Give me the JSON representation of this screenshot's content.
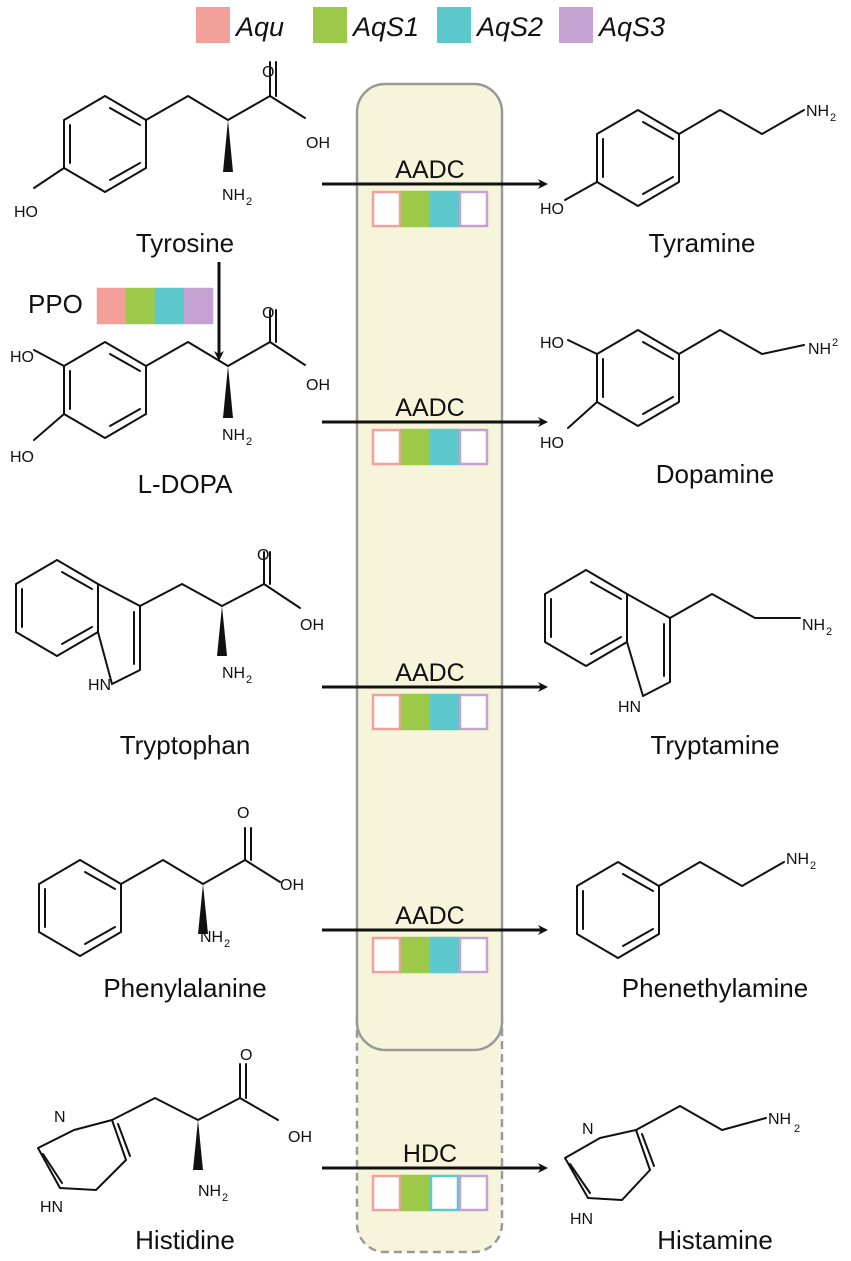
{
  "legend": {
    "items": [
      {
        "label": "Aqu",
        "color": "#f4a09a"
      },
      {
        "label": "AqS1",
        "color": "#9dc94a"
      },
      {
        "label": "AqS2",
        "color": "#5cc8cc"
      },
      {
        "label": "AqS3",
        "color": "#c5a2d2"
      }
    ]
  },
  "colors": {
    "panel_fill": "#f6f5dc",
    "panel_border": "#999999",
    "arrow": "#111111"
  },
  "ppo": {
    "label": "PPO",
    "filled": [
      true,
      true,
      true,
      true
    ]
  },
  "substrates": {
    "tyrosine": {
      "name": "Tyrosine",
      "oh": "OH",
      "nh": "NH",
      "nh_sub": "2",
      "o": "O",
      "ho": "HO"
    },
    "ldopa": {
      "name": "L-DOPA",
      "oh": "OH",
      "nh": "NH",
      "nh_sub": "2",
      "o": "O",
      "ho1": "HO",
      "ho2": "HO"
    },
    "tryptophan": {
      "name": "Tryptophan",
      "oh": "OH",
      "nh": "NH",
      "nh_sub": "2",
      "o": "O",
      "hn": "HN"
    },
    "phenylalanine": {
      "name": "Phenylalanine",
      "oh": "OH",
      "nh": "NH",
      "nh_sub": "2",
      "o": "O"
    },
    "histidine": {
      "name": "Histidine",
      "oh": "OH",
      "nh": "NH",
      "nh_sub": "2",
      "o": "O",
      "n": "N",
      "hn": "HN"
    }
  },
  "products": {
    "tyramine": {
      "name": "Tyramine",
      "nh": "NH",
      "nh_sub": "2",
      "ho": "HO"
    },
    "dopamine": {
      "name": "Dopamine",
      "nh": "NH",
      "nh_sup": "2",
      "ho1": "HO",
      "ho2": "HO"
    },
    "tryptamine": {
      "name": "Tryptamine",
      "nh": "NH",
      "nh_sub": "2",
      "hn": "HN"
    },
    "phenethylamine": {
      "name": "Phenethylamine",
      "nh": "NH",
      "nh_sub": "2"
    },
    "histamine": {
      "name": "Histamine",
      "nh": "NH",
      "nh_sub": "2",
      "n": "N",
      "hn": "HN"
    }
  },
  "reactions": [
    {
      "enzyme": "AADC",
      "filled": [
        false,
        true,
        true,
        false
      ]
    },
    {
      "enzyme": "AADC",
      "filled": [
        false,
        true,
        true,
        false
      ]
    },
    {
      "enzyme": "AADC",
      "filled": [
        false,
        true,
        true,
        false
      ]
    },
    {
      "enzyme": "AADC",
      "filled": [
        false,
        true,
        true,
        false
      ]
    },
    {
      "enzyme": "HDC",
      "filled": [
        false,
        true,
        false,
        false
      ]
    }
  ]
}
